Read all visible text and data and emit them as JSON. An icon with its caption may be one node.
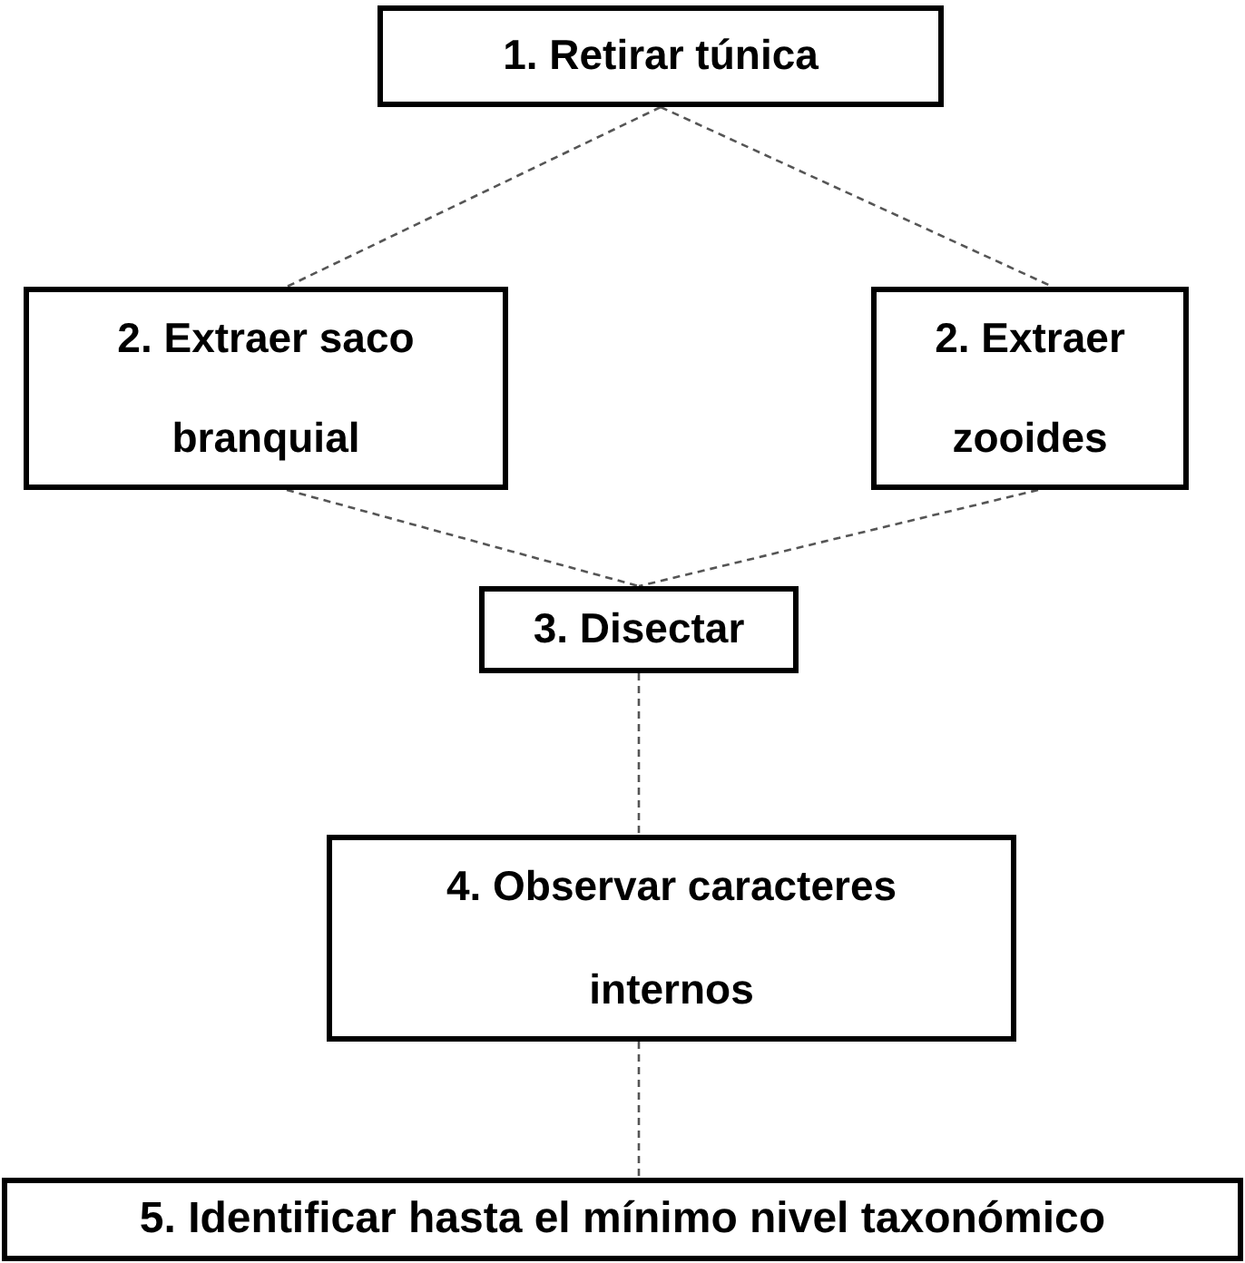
{
  "diagram": {
    "nodes": [
      {
        "text": [
          "1. Retirar túnica"
        ]
      },
      {
        "text": [
          "2. Extraer saco branquial"
        ]
      },
      {
        "text": [
          "2. Extraer zooides"
        ]
      },
      {
        "text": [
          "3. Disectar"
        ]
      },
      {
        "text": [
          "4. Observar caracteres internos"
        ]
      },
      {
        "text": [
          "5. Identificar hasta el mínimo nivel taxonómico"
        ]
      }
    ],
    "edges": [
      {
        "from": 0,
        "to": 1,
        "arrow": "none"
      },
      {
        "from": 0,
        "to": 2,
        "arrow": "none"
      },
      {
        "from": 1,
        "to": 3,
        "arrow": "none"
      },
      {
        "from": 2,
        "to": 3,
        "arrow": "none"
      },
      {
        "from": 3,
        "to": 4,
        "arrow": "none"
      },
      {
        "from": 4,
        "to": 5,
        "arrow": "none"
      }
    ]
  }
}
